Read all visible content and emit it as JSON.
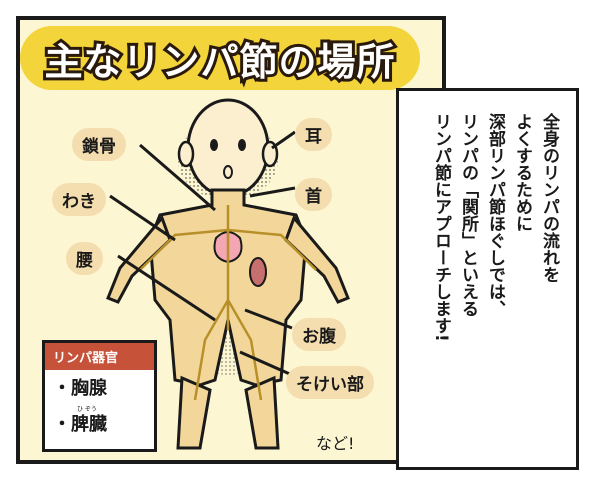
{
  "title": "主なリンパ節の場所",
  "labels": {
    "clavicle": "鎖骨",
    "ear": "耳",
    "neck": "首",
    "armpit": "わき",
    "waist": "腰",
    "belly": "お腹",
    "groin": "そけい部"
  },
  "legend": {
    "heading": "リンパ器官",
    "items": [
      "・胸腺",
      "・脾臓"
    ],
    "spleen_ruby": "ひ ぞう"
  },
  "etc": "など!",
  "callout": {
    "lines": [
      "全身のリンパの流れを",
      "よくするために",
      "深部リンパ節ほぐしでは、",
      "リンパの「関所」といえる",
      "リンパ節にアプローチします!"
    ]
  },
  "colors": {
    "banner": "#f3d43a",
    "panel_bg": "#fdf6d3",
    "bubble": "#f4ddae",
    "legend_head": "#c7523a",
    "thymus": "#f2a7b3",
    "lymph": "#d8b24a"
  }
}
